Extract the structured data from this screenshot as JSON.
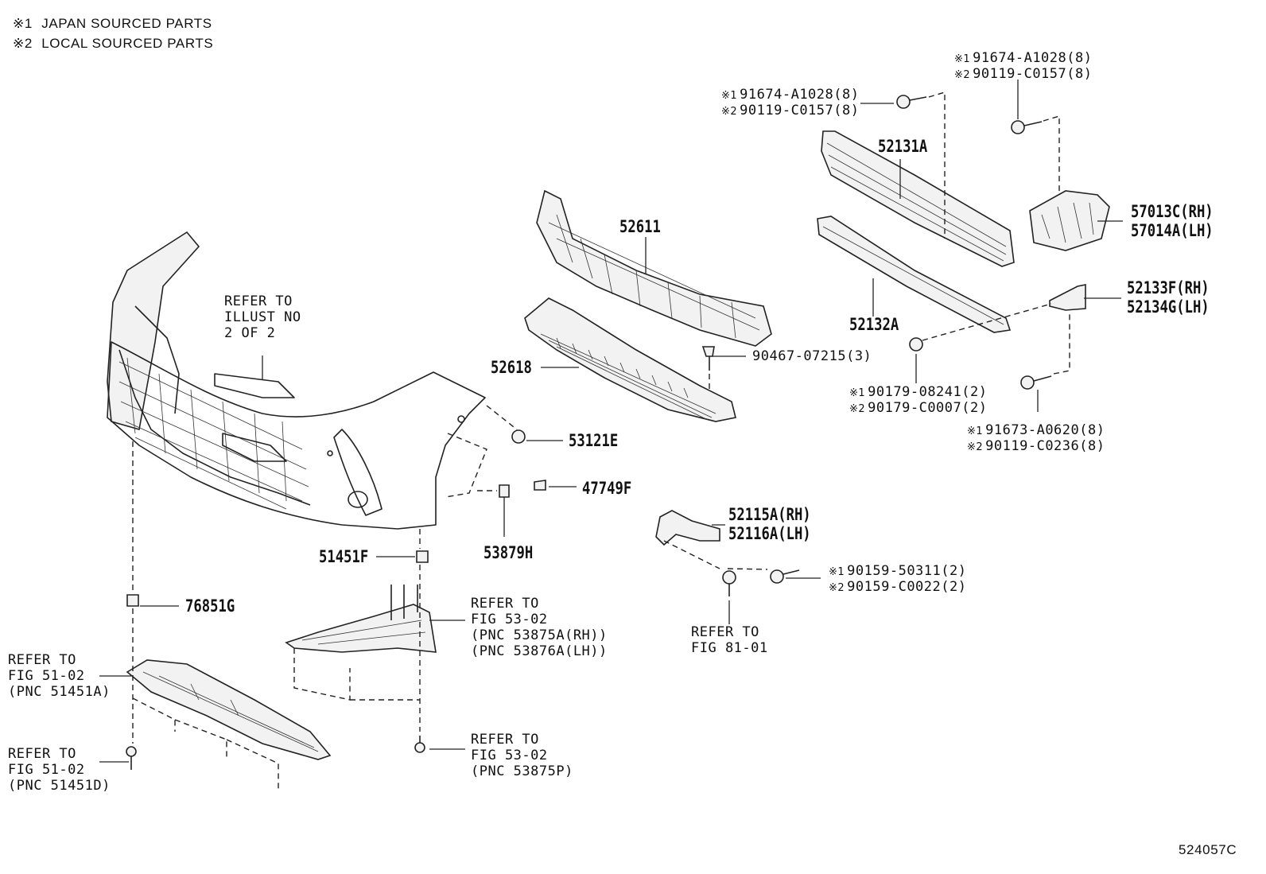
{
  "legend": [
    {
      "mark": "※1",
      "text": "JAPAN SOURCED PARTS"
    },
    {
      "mark": "※2",
      "text": "LOCAL SOURCED PARTS"
    }
  ],
  "diagram_id": "524057C",
  "parts": {
    "p52131a": "52131A",
    "p52611": "52611",
    "p52618": "52618",
    "p52132a": "52132A",
    "p53121e": "53121E",
    "p47749f": "47749F",
    "p53879h": "53879H",
    "p51451f": "51451F",
    "p76851g": "76851G",
    "p57013c": "57013C(RH)",
    "p57014a": "57014A(LH)",
    "p52133f": "52133F(RH)",
    "p52134g": "52134G(LH)",
    "p52115a": "52115A(RH)",
    "p52116a": "52116A(LH)"
  },
  "bolts": {
    "b90467": "90467-07215(3)",
    "top_center_1": {
      "mark": "※1",
      "text": "91674-A1028(8)"
    },
    "top_center_2": {
      "mark": "※2",
      "text": "90119-C0157(8)"
    },
    "top_right_1": {
      "mark": "※1",
      "text": "91674-A1028(8)"
    },
    "top_right_2": {
      "mark": "※2",
      "text": "90119-C0157(8)"
    },
    "nut_1": {
      "mark": "※1",
      "text": "90179-08241(2)"
    },
    "nut_2": {
      "mark": "※2",
      "text": "90179-C0007(2)"
    },
    "bolt_r_1": {
      "mark": "※1",
      "text": "91673-A0620(8)"
    },
    "bolt_r_2": {
      "mark": "※2",
      "text": "90119-C0236(8)"
    },
    "bolt_m_1": {
      "mark": "※1",
      "text": "90159-50311(2)"
    },
    "bolt_m_2": {
      "mark": "※2",
      "text": "90159-C0022(2)"
    }
  },
  "refers": {
    "illust": [
      "REFER TO",
      "ILLUST NO",
      "2 OF 2"
    ],
    "fig5302_a": [
      "REFER TO",
      "FIG 53-02",
      "(PNC 53875A(RH))",
      "(PNC 53876A(LH))"
    ],
    "fig5102_a": [
      "REFER TO",
      "FIG 51-02",
      "(PNC 51451A)"
    ],
    "fig5102_d": [
      "REFER TO",
      "FIG 51-02",
      "(PNC 51451D)"
    ],
    "fig5302_p": [
      "REFER TO",
      "FIG 53-02",
      "(PNC 53875P)"
    ],
    "fig8101": [
      "REFER TO",
      "FIG 81-01"
    ]
  }
}
